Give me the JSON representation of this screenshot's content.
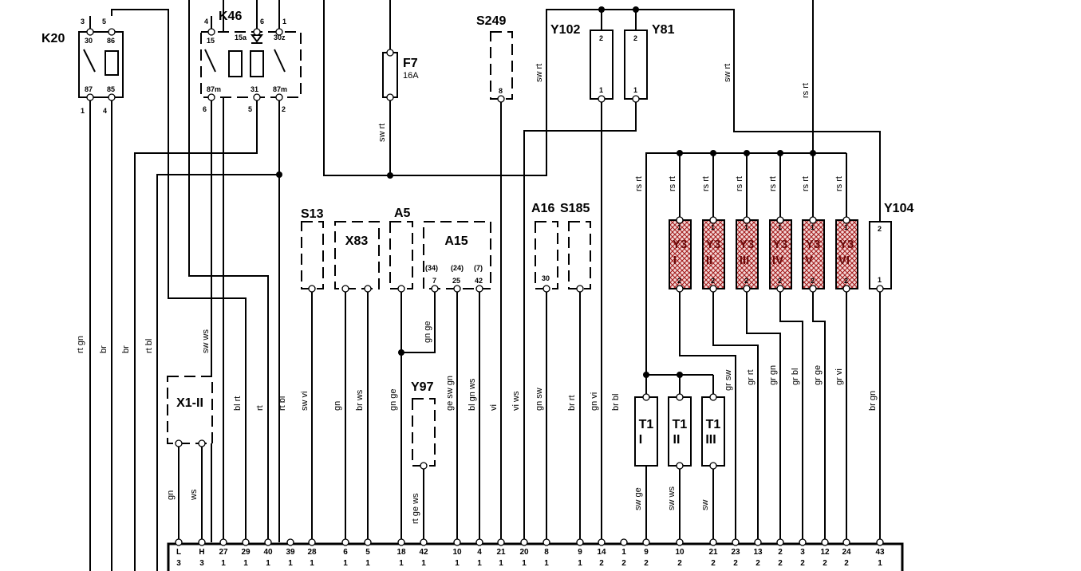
{
  "components": {
    "K20": {
      "label": "K20",
      "pins_top": [
        "3",
        "5"
      ],
      "pins_inner_top": [
        "30",
        "86"
      ],
      "pins_inner_bottom": [
        "87",
        "85"
      ],
      "pins_bottom": [
        "1",
        "4"
      ]
    },
    "K46": {
      "label": "K46",
      "pins_top": [
        "4",
        "6",
        "1"
      ],
      "pins_inner_top": [
        "15",
        "15a",
        "30z"
      ],
      "pins_inner_bottom": [
        "87m",
        "31",
        "87m"
      ],
      "pins_bottom": [
        "6",
        "5",
        "2"
      ]
    },
    "F7": {
      "label": "F7",
      "rating": "16A"
    },
    "S249": {
      "label": "S249",
      "pin": "8"
    },
    "Y102": {
      "label": "Y102",
      "pin_top": "2",
      "pin_bottom": "1"
    },
    "Y81": {
      "label": "Y81",
      "pin_top": "2",
      "pin_bottom": "1"
    },
    "Y104": {
      "label": "Y104",
      "pin_top": "2",
      "pin_bottom": "1"
    },
    "S13": {
      "label": "S13"
    },
    "X83": {
      "label": "X83"
    },
    "A5": {
      "label": "A5"
    },
    "A15": {
      "label": "A15",
      "pins_paren": [
        "(34)",
        "(24)",
        "(7)"
      ],
      "pins": [
        "7",
        "25",
        "42"
      ]
    },
    "A16": {
      "label": "A16",
      "pin": "30"
    },
    "S185": {
      "label": "S185"
    },
    "Y97": {
      "label": "Y97"
    },
    "X1II": {
      "label": "X1-II"
    },
    "Y3": [
      {
        "line1": "Y3",
        "line2": "I",
        "pin_top": "1",
        "pin_bottom": "2"
      },
      {
        "line1": "Y3",
        "line2": "II",
        "pin_top": "1",
        "pin_bottom": "2"
      },
      {
        "line1": "Y3",
        "line2": "III",
        "pin_top": "1",
        "pin_bottom": "2"
      },
      {
        "line1": "Y3",
        "line2": "IV",
        "pin_top": "1",
        "pin_bottom": "2"
      },
      {
        "line1": "Y3",
        "line2": "V",
        "pin_top": "1",
        "pin_bottom": "2"
      },
      {
        "line1": "Y3",
        "line2": "VI",
        "pin_top": "1",
        "pin_bottom": "2"
      }
    ],
    "T1": [
      {
        "line1": "T1",
        "line2": "I"
      },
      {
        "line1": "T1",
        "line2": "II"
      },
      {
        "line1": "T1",
        "line2": "III"
      }
    ]
  },
  "wire_labels": {
    "rt_gn": "rt gn",
    "br_1": "br",
    "br_2": "br",
    "rt_bl_1": "rt bl",
    "sw_ws": "sw ws",
    "bl_rt": "bl rt",
    "rt": "rt",
    "rt_bl_2": "rt bl",
    "sw_vi": "sw vi",
    "gn_1": "gn",
    "br_ws": "br ws",
    "gn_ge_1": "gn ge",
    "gn_ge_2": "gn ge",
    "ge_sw_gn": "ge sw gn",
    "bl_gn_ws": "bl gn ws",
    "vi": "vi",
    "vi_ws": "vi ws",
    "gn_sw": "gn sw",
    "br_rt": "br rt",
    "gn_vi": "gn vi",
    "br_bl": "br bl",
    "sw_rt_f7": "sw rt",
    "sw_rt_top": "sw rt",
    "sw_rt_right": "sw rt",
    "rs_rt_top": "rs rt",
    "rs_rt_left": "rs rt",
    "rs_rt_y3": [
      "rs rt",
      "rs rt",
      "rs rt",
      "rs rt",
      "rs rt",
      "rs rt"
    ],
    "gr_sw": "gr sw",
    "gr_rt": "gr rt",
    "gr_gn": "gr gn",
    "gr_bl": "gr bl",
    "gr_ge": "gr ge",
    "gr_vi": "gr vi",
    "br_gn": "br gn",
    "gn_x1": "gn",
    "ws_x1": "ws",
    "rt_ge_ws": "rt ge ws",
    "sw_ge": "sw ge",
    "sw_ws_t1": "sw ws",
    "sw_t1": "sw"
  },
  "connector": {
    "pins": [
      {
        "top": "L",
        "bottom": "3"
      },
      {
        "top": "H",
        "bottom": "3"
      },
      {
        "top": "27",
        "bottom": "1"
      },
      {
        "top": "29",
        "bottom": "1"
      },
      {
        "top": "40",
        "bottom": "1"
      },
      {
        "top": "39",
        "bottom": "1"
      },
      {
        "top": "28",
        "bottom": "1"
      },
      {
        "top": "6",
        "bottom": "1"
      },
      {
        "top": "5",
        "bottom": "1"
      },
      {
        "top": "18",
        "bottom": "1"
      },
      {
        "top": "42",
        "bottom": "1"
      },
      {
        "top": "10",
        "bottom": "1"
      },
      {
        "top": "4",
        "bottom": "1"
      },
      {
        "top": "21",
        "bottom": "1"
      },
      {
        "top": "20",
        "bottom": "1"
      },
      {
        "top": "8",
        "bottom": "1"
      },
      {
        "top": "9",
        "bottom": "1"
      },
      {
        "top": "14",
        "bottom": "2"
      },
      {
        "top": "1",
        "bottom": "2"
      },
      {
        "top": "9",
        "bottom": "2"
      },
      {
        "top": "10",
        "bottom": "2"
      },
      {
        "top": "21",
        "bottom": "2"
      },
      {
        "top": "23",
        "bottom": "2"
      },
      {
        "top": "13",
        "bottom": "2"
      },
      {
        "top": "2",
        "bottom": "2"
      },
      {
        "top": "3",
        "bottom": "2"
      },
      {
        "top": "12",
        "bottom": "2"
      },
      {
        "top": "24",
        "bottom": "2"
      },
      {
        "top": "43",
        "bottom": "1"
      }
    ]
  }
}
